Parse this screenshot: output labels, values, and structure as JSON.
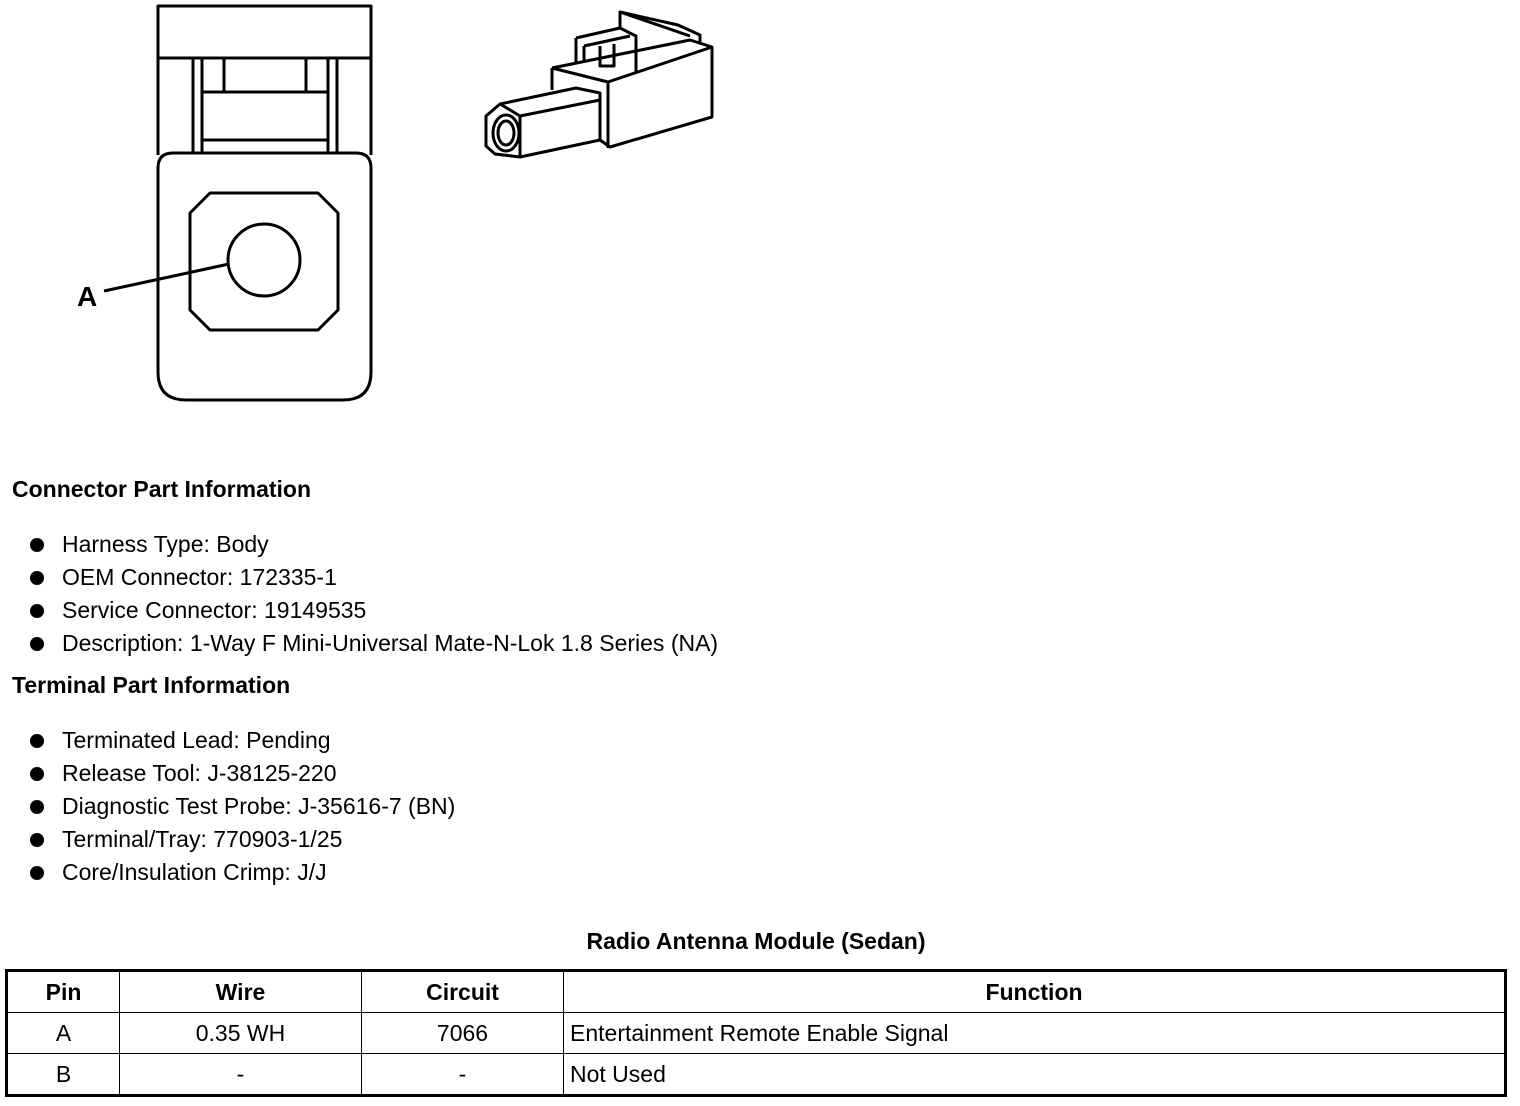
{
  "figure": {
    "callout_label": "A"
  },
  "connector_info": {
    "heading": "Connector Part Information",
    "items": [
      "Harness Type: Body",
      "OEM Connector: 172335-1",
      "Service Connector: 19149535",
      "Description: 1-Way F Mini-Universal Mate-N-Lok 1.8 Series (NA)"
    ]
  },
  "terminal_info": {
    "heading": "Terminal Part Information",
    "items": [
      "Terminated Lead: Pending",
      "Release Tool: J-38125-220",
      "Diagnostic Test Probe: J-35616-7 (BN)",
      "Terminal/Tray: 770903-1/25",
      "Core/Insulation Crimp: J/J"
    ]
  },
  "pin_table": {
    "title": "Radio Antenna Module (Sedan)",
    "headers": [
      "Pin",
      "Wire",
      "Circuit",
      "Function"
    ],
    "rows": [
      [
        "A",
        "0.35 WH",
        "7066",
        "Entertainment Remote Enable Signal"
      ],
      [
        "B",
        "-",
        "-",
        "Not Used"
      ]
    ]
  }
}
